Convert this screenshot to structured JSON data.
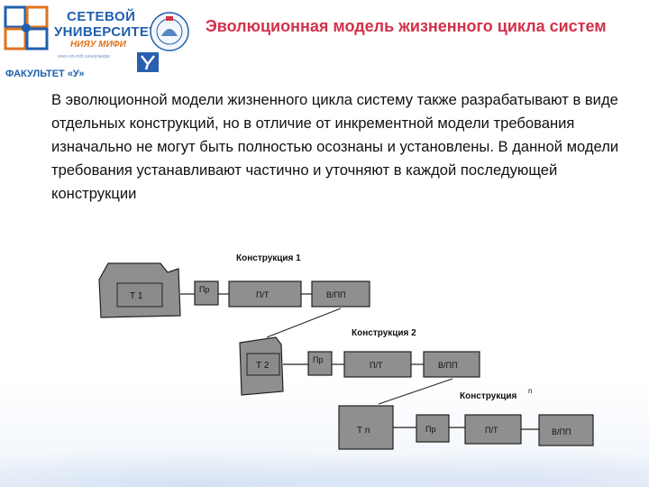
{
  "header": {
    "logo": {
      "line1": "СЕТЕВОЙ",
      "line2": "УНИВЕРСИТЕТ",
      "line3": "НИЯУ МИФИ",
      "subline": "www.virt-mifi.ru/ниу/мифи",
      "faculty": "ФАКУЛЬТЕТ «У»"
    },
    "title": "Эволюционная модель жизненного цикла систем"
  },
  "body": {
    "paragraph": "В эволюционной модели жизненного цикла систему также разрабатывают в виде отдельных конструкций, но в отличие от инкрементной модели требования изначально не могут быть полностью осознаны и установлены. В данной модели требования устанавливают частично и уточняют в каждой последующей конструкции"
  },
  "diagram": {
    "constructions": [
      {
        "label": "Конструкция 1",
        "req": "Т 1",
        "stages": [
          "Пр",
          "П/Т",
          "В/ПП"
        ]
      },
      {
        "label": "Конструкция 2",
        "req": "Т 2",
        "stages": [
          "Пр",
          "П/Т",
          "В/ПП"
        ]
      },
      {
        "label": "Конструкция",
        "superscript": "n",
        "req": "Т n",
        "stages": [
          "Пр",
          "П/Т",
          "В/ПП"
        ]
      }
    ]
  },
  "colors": {
    "title": "#d2314a",
    "logo_blue": "#1f5fae",
    "logo_orange": "#e0731e",
    "box_fill": "#8f8f8f",
    "box_stroke": "#222222"
  }
}
